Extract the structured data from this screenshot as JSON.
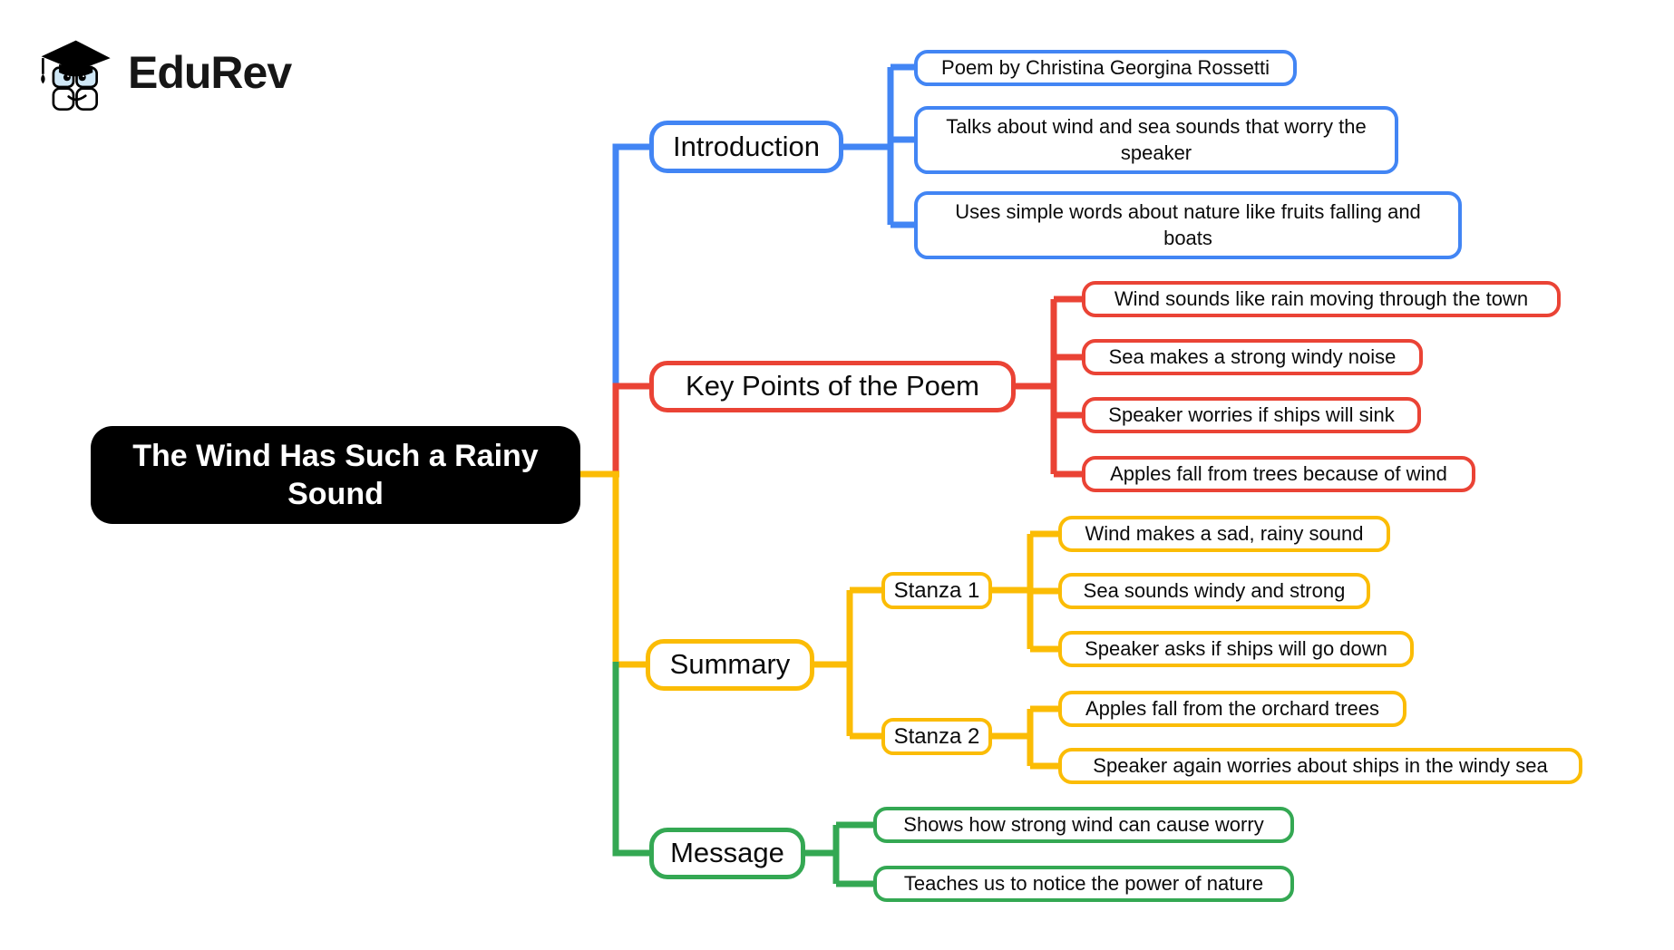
{
  "logo": {
    "brand": "EduRev"
  },
  "colors": {
    "blue": "#4285F4",
    "red": "#EA4335",
    "yellow": "#FBBC05",
    "green": "#34A853",
    "rootBg": "#000000",
    "rootText": "#FFFFFF"
  },
  "root": {
    "title": "The Wind Has Such a Rainy Sound"
  },
  "branches": [
    {
      "label": "Introduction",
      "color": "#4285F4",
      "children": [
        "Poem by Christina Georgina Rossetti",
        "Talks about wind and sea sounds that worry the speaker",
        "Uses simple words about nature like fruits falling and boats"
      ]
    },
    {
      "label": "Key Points of the Poem",
      "color": "#EA4335",
      "children": [
        "Wind sounds like rain moving through the town",
        "Sea makes a strong windy noise",
        "Speaker worries if ships will sink",
        "Apples fall from trees because of wind"
      ]
    },
    {
      "label": "Summary",
      "color": "#FBBC05",
      "subbranches": [
        {
          "label": "Stanza 1",
          "children": [
            "Wind makes a sad, rainy sound",
            "Sea sounds windy and strong",
            "Speaker asks if ships will go down"
          ]
        },
        {
          "label": "Stanza 2",
          "children": [
            "Apples fall from the orchard trees",
            "Speaker again worries about ships in the windy sea"
          ]
        }
      ]
    },
    {
      "label": "Message",
      "color": "#34A853",
      "children": [
        "Shows how strong wind can cause worry",
        "Teaches us to notice the power of nature"
      ]
    }
  ]
}
